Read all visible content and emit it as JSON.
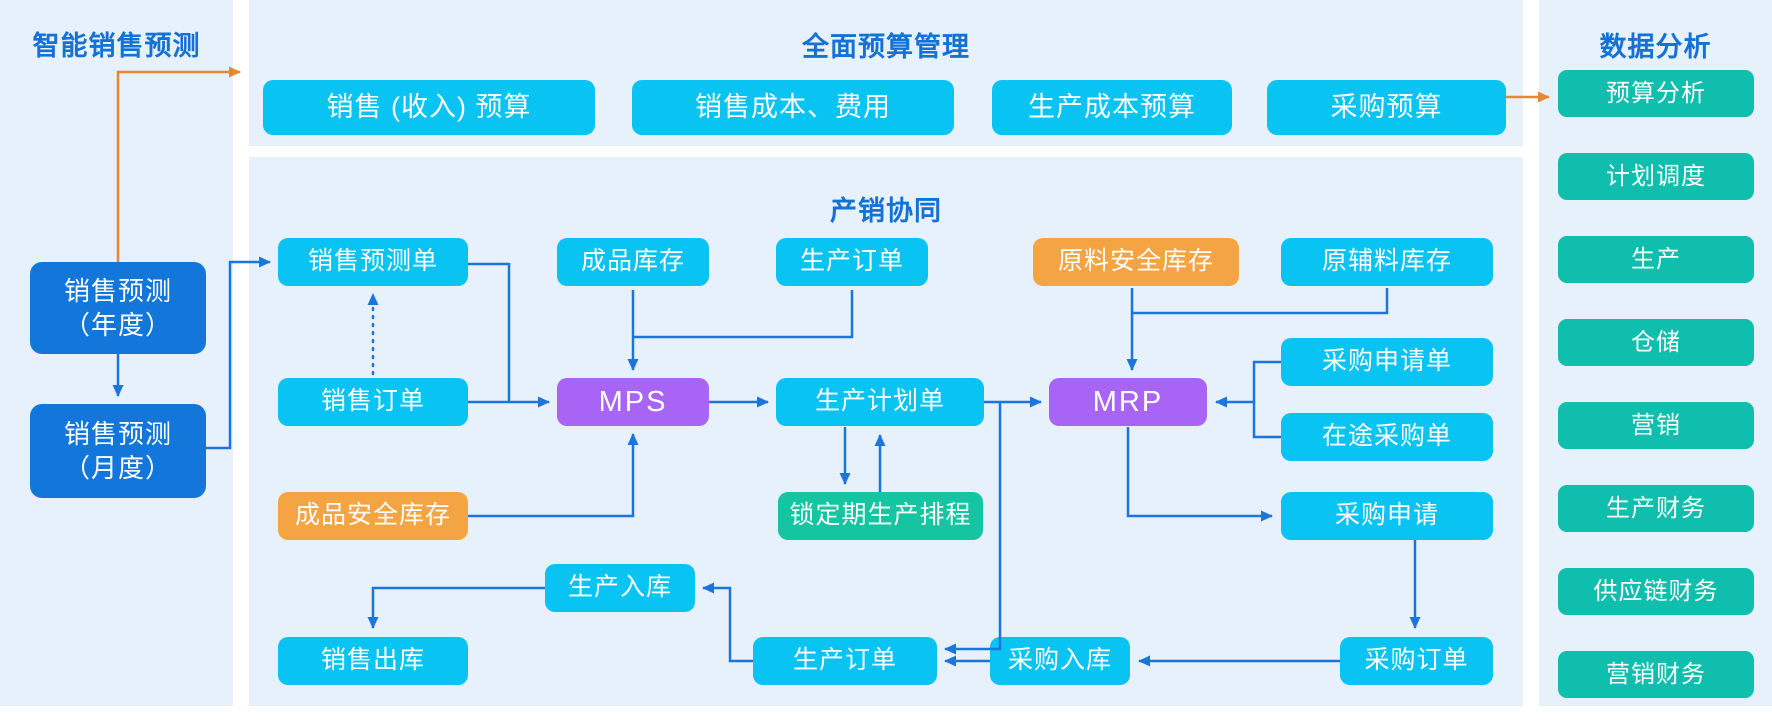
{
  "panels": {
    "sales_forecast": {
      "title": "智能销售预测",
      "nodes": {
        "annual": {
          "lines": [
            "销售预测",
            "（年度）"
          ]
        },
        "monthly": {
          "lines": [
            "销售预测",
            "（月度）"
          ]
        }
      }
    },
    "budget": {
      "title": "全面预算管理",
      "nodes": {
        "sales_revenue_budget": {
          "label": "销售 (收入) 预算"
        },
        "sales_cost_expense": {
          "label": "销售成本、费用"
        },
        "production_cost_budget": {
          "label": "生产成本预算"
        },
        "purchase_budget": {
          "label": "采购预算"
        }
      }
    },
    "production_sales": {
      "title": "产销协同",
      "nodes": {
        "sales_forecast_order": {
          "label": "销售预测单"
        },
        "finished_goods_inventory": {
          "label": "成品库存"
        },
        "production_order_top": {
          "label": "生产订单"
        },
        "raw_material_safety_stock": {
          "label": "原料安全库存"
        },
        "raw_aux_material_inventory": {
          "label": "原辅料库存"
        },
        "sales_order": {
          "label": "销售订单"
        },
        "mps": {
          "label": "MPS"
        },
        "production_plan_order": {
          "label": "生产计划单"
        },
        "mrp": {
          "label": "MRP"
        },
        "purchase_request_order": {
          "label": "采购申请单"
        },
        "in_transit_purchase_order": {
          "label": "在途采购单"
        },
        "finished_goods_safety_stock": {
          "label": "成品安全库存"
        },
        "locked_period_scheduling": {
          "label": "锁定期生产排程"
        },
        "purchase_request": {
          "label": "采购申请"
        },
        "production_receipt": {
          "label": "生产入库"
        },
        "sales_delivery": {
          "label": "销售出库"
        },
        "production_order_bottom": {
          "label": "生产订单"
        },
        "purchase_receipt": {
          "label": "采购入库"
        },
        "purchase_order": {
          "label": "采购订单"
        }
      }
    },
    "data_analysis": {
      "title": "数据分析",
      "items": [
        {
          "label": "预算分析"
        },
        {
          "label": "计划调度"
        },
        {
          "label": "生产"
        },
        {
          "label": "仓储"
        },
        {
          "label": "营销"
        },
        {
          "label": "生产财务"
        },
        {
          "label": "供应链财务"
        },
        {
          "label": "营销财务"
        }
      ]
    }
  },
  "palette": {
    "cyan": "#09C3F3",
    "blue": "#1276DA",
    "purple": "#A764F5",
    "orange": "#F4A442",
    "green": "#15C4A0",
    "teal": "#0FBEAD",
    "heading_blue": "#1471D6",
    "wire_blue": "#1C75DC",
    "wire_orange": "#E8872F",
    "panel_bg": "#E7F1FC"
  }
}
